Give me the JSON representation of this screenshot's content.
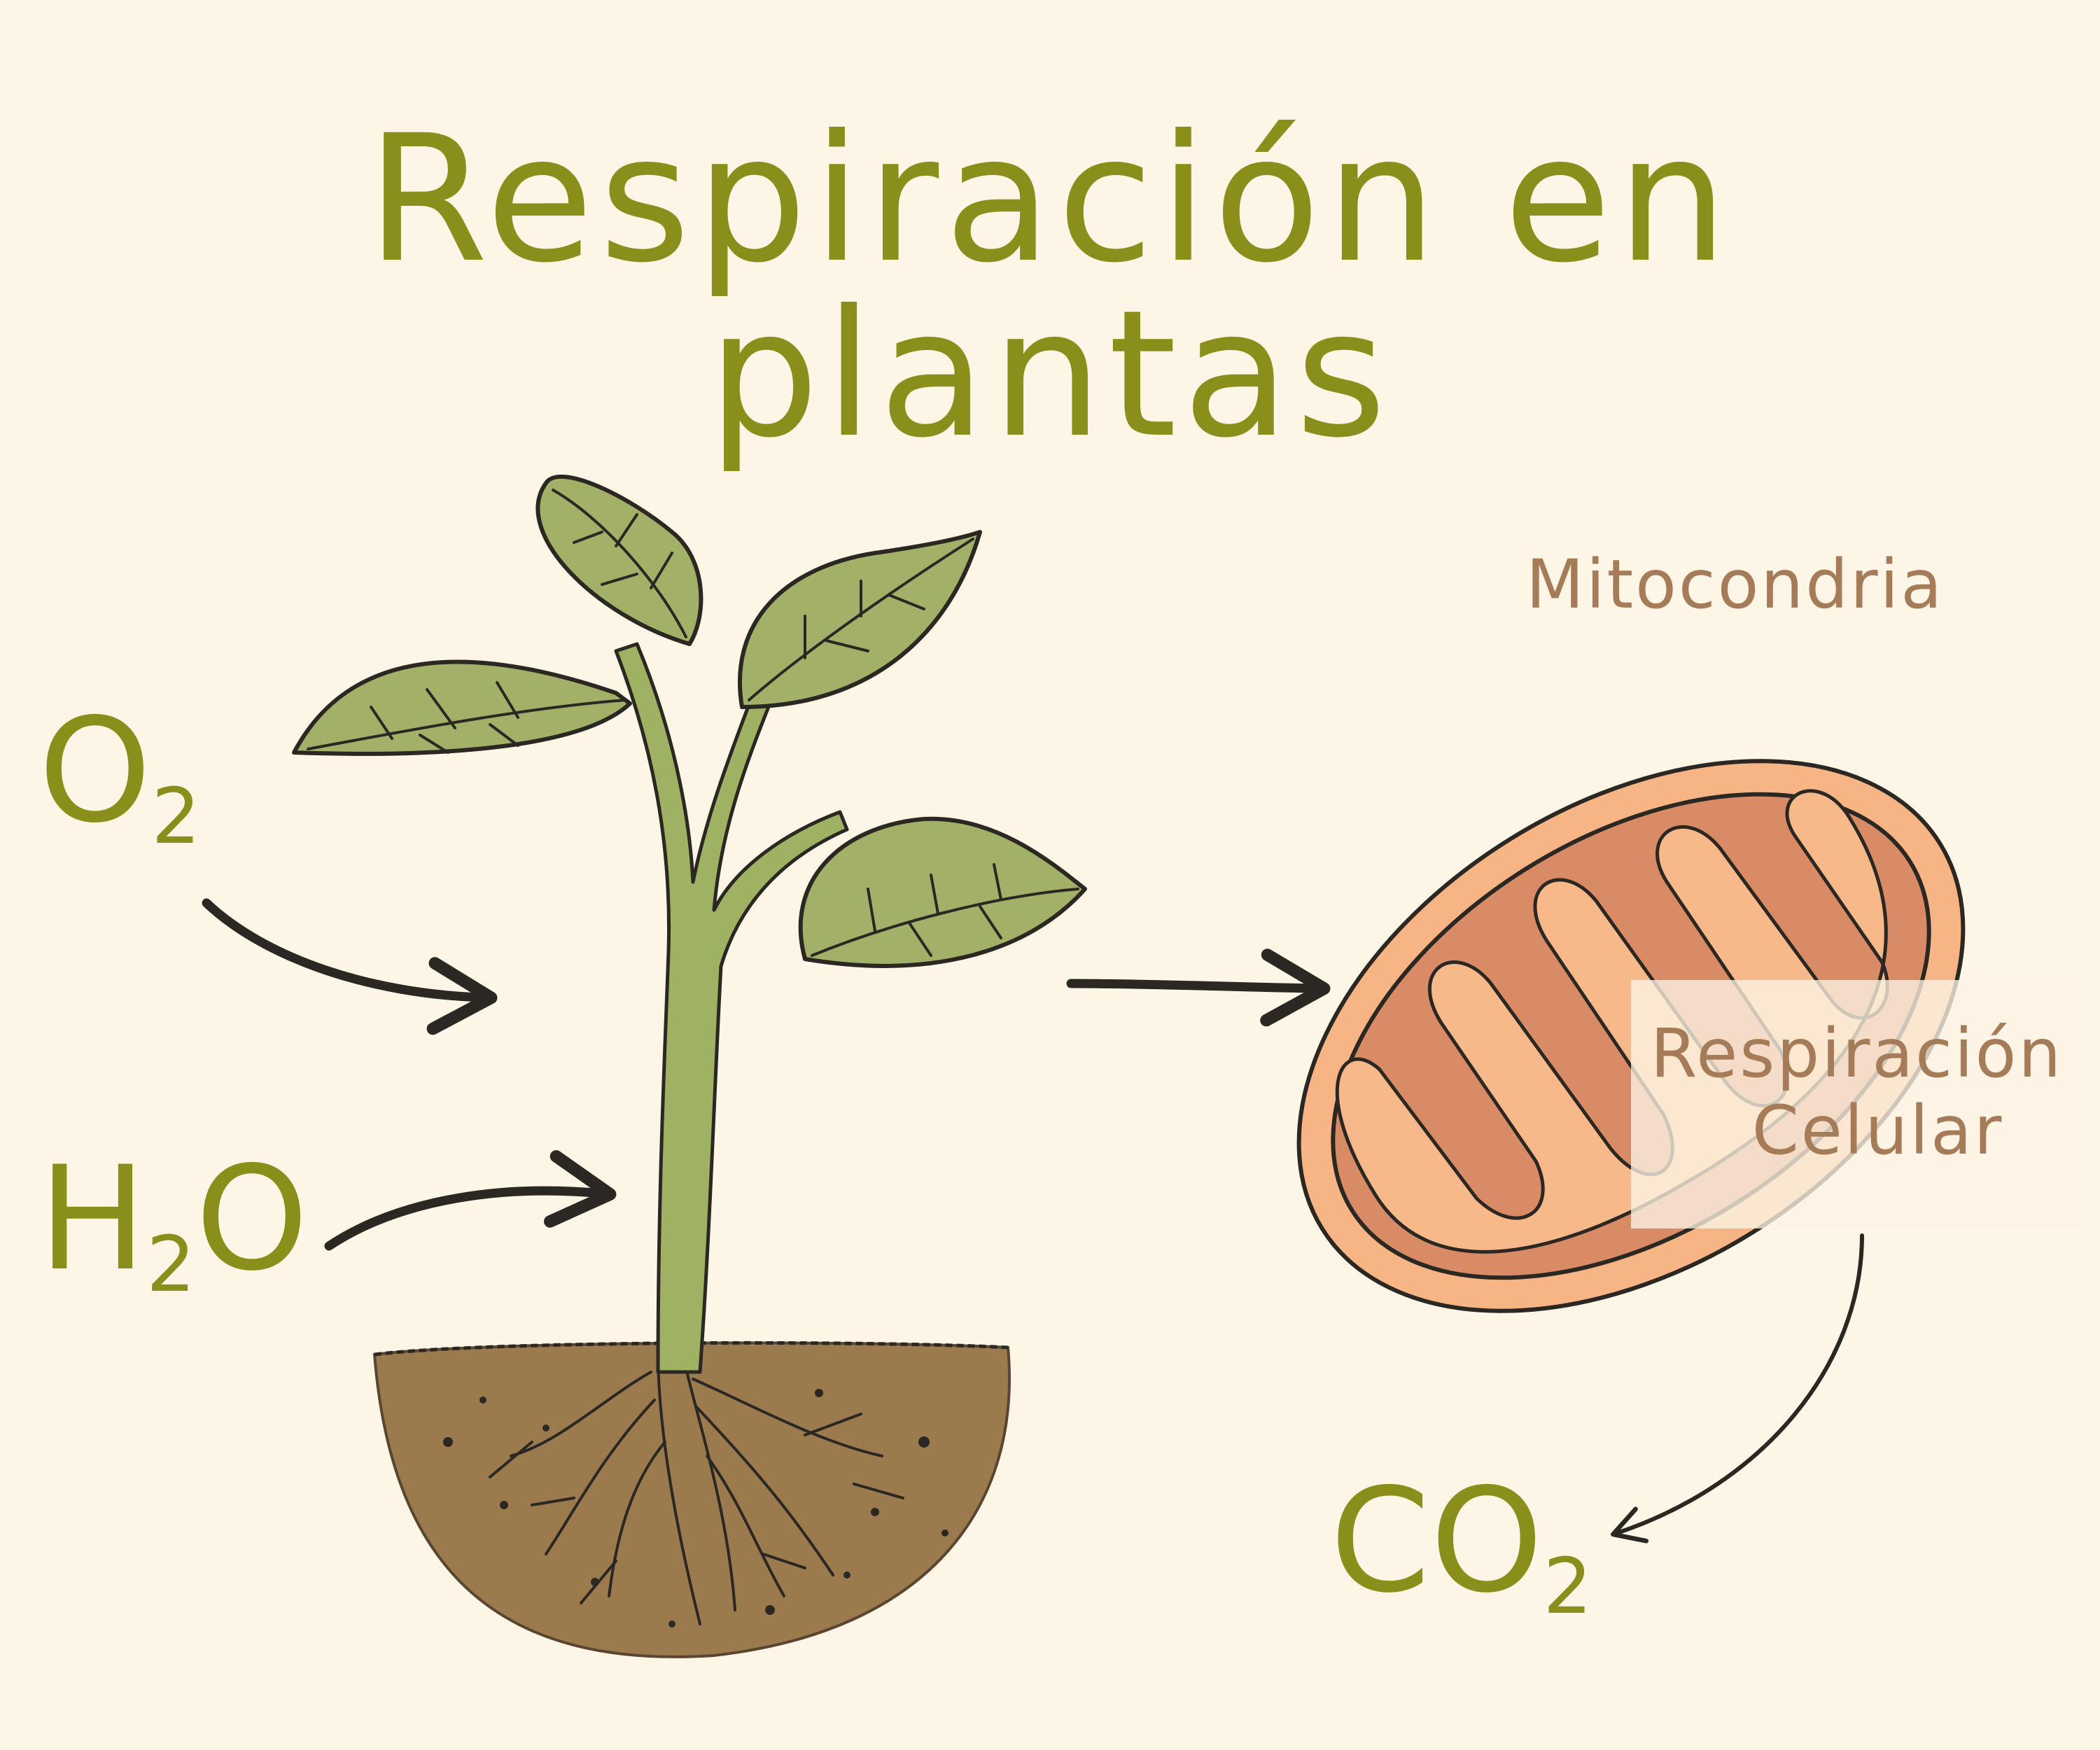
{
  "title": "Respiración en plantas",
  "inputs": {
    "oxygen": {
      "base": "O",
      "sub": "2"
    },
    "water": {
      "base": "H",
      "sub": "2",
      "tail": "O"
    }
  },
  "output": {
    "carbon_dioxide": {
      "base": "CO",
      "sub": "2"
    }
  },
  "labels": {
    "organelle": "Mitocondria",
    "process_line1": "Respiración",
    "process_line2": "Celular"
  },
  "colors": {
    "background": "#fdf6e6",
    "accent_text": "#8a8f1b",
    "label_text": "#a57b58",
    "leaf": "#a3b068",
    "stem": "#9fb264",
    "soil": "#9b7a4e",
    "outline": "#2b2722",
    "mito_outer": "#f7b585",
    "mito_inner": "#d98b66",
    "mito_cristae": "#f8b98a"
  }
}
